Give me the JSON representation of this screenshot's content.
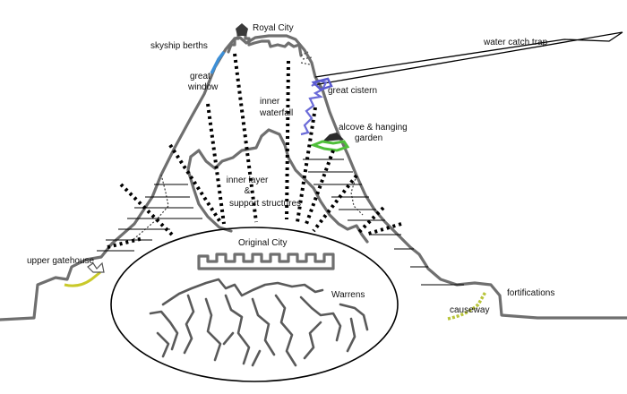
{
  "labels": {
    "royal_city": "Royal City",
    "skyship_berths": "skyship berths",
    "water_catch_trap": "water catch trap",
    "great_window_1": "great",
    "great_window_2": "window",
    "great_cistern": "great cistern",
    "inner_waterfall_1": "inner",
    "inner_waterfall_2": "waterfall",
    "alcove_1": "alcove & hanging",
    "alcove_2": "garden",
    "inner_layer_1": "inner layer",
    "inner_layer_2": "&",
    "inner_layer_3": "support structures",
    "original_city": "Original City",
    "warrens": "Warrens",
    "upper_gatehouse": "upper gatehouse",
    "fortifications": "fortifications",
    "causeway": "causeway"
  },
  "colors": {
    "rock": "#6f6f6f",
    "great_window": "#3d8fd6",
    "great_cistern": "#6b6bd8",
    "garden": "#4fbf3a",
    "gatehouse_arc": "#c9c92a",
    "causeway_arc": "#b8c43a"
  }
}
